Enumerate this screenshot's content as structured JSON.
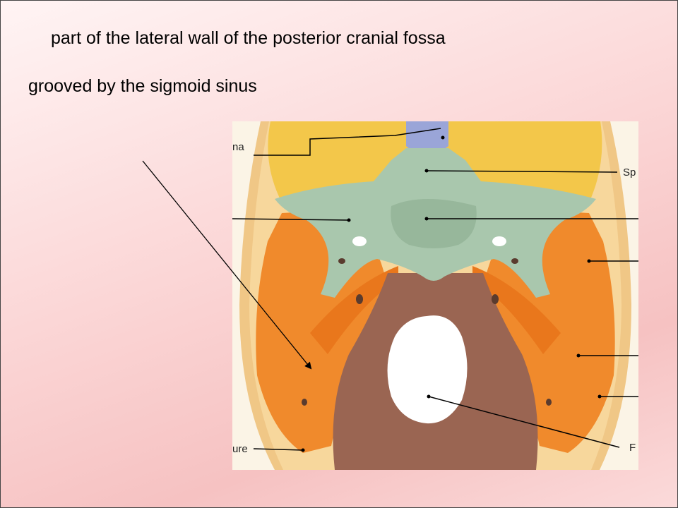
{
  "slide": {
    "line1": "part of the lateral wall of the posterior cranial fossa",
    "line2": "grooved by the sigmoid sinus"
  },
  "figure": {
    "label_fragments": {
      "top_left": "na",
      "right_top": "Sp",
      "bottom_left": "ure",
      "right_bottom": "F"
    }
  },
  "colors": {
    "frontal_bone": "#f3c74a",
    "ethmoid_bone": "#9aa5d8",
    "sphenoid_bone": "#a9c7ad",
    "temporal_bone": "#f08a2c",
    "occipital_bone": "#9a6552",
    "foramen_magnum": "#ffffff",
    "skull_rim": "#f0c786"
  }
}
